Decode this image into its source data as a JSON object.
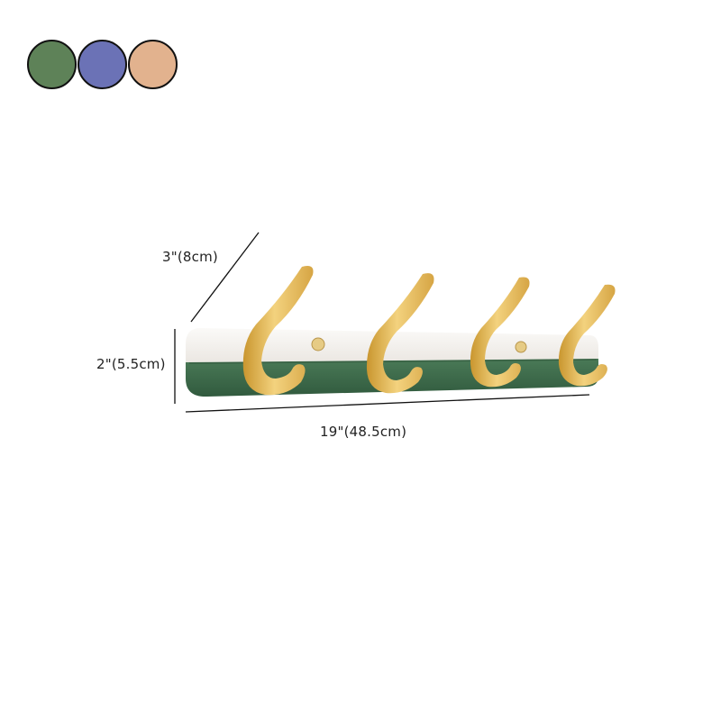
{
  "swatches": [
    {
      "name": "green",
      "color": "#5e8258"
    },
    {
      "name": "blue",
      "color": "#6b72b6"
    },
    {
      "name": "tan",
      "color": "#e2b28e"
    }
  ],
  "product": {
    "type": "wall-mounted coat hook rail",
    "hook_count": 4,
    "rail_top_color": "#f4f1ed",
    "rail_bottom_color": "#3f6b4c",
    "hook_color": "#e0b655"
  },
  "dimensions": {
    "depth": "3\"(8cm)",
    "height": "2\"(5.5cm)",
    "width": "19\"(48.5cm)"
  }
}
